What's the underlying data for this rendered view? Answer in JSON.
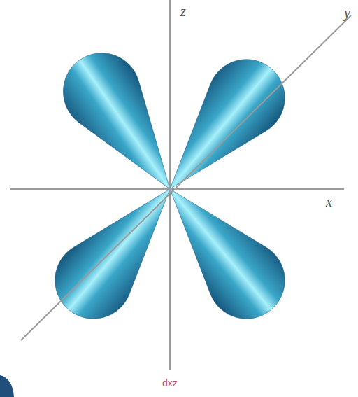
{
  "diagram": {
    "labels": [
      "z",
      "y",
      "x",
      "dxz"
    ]
  }
}
